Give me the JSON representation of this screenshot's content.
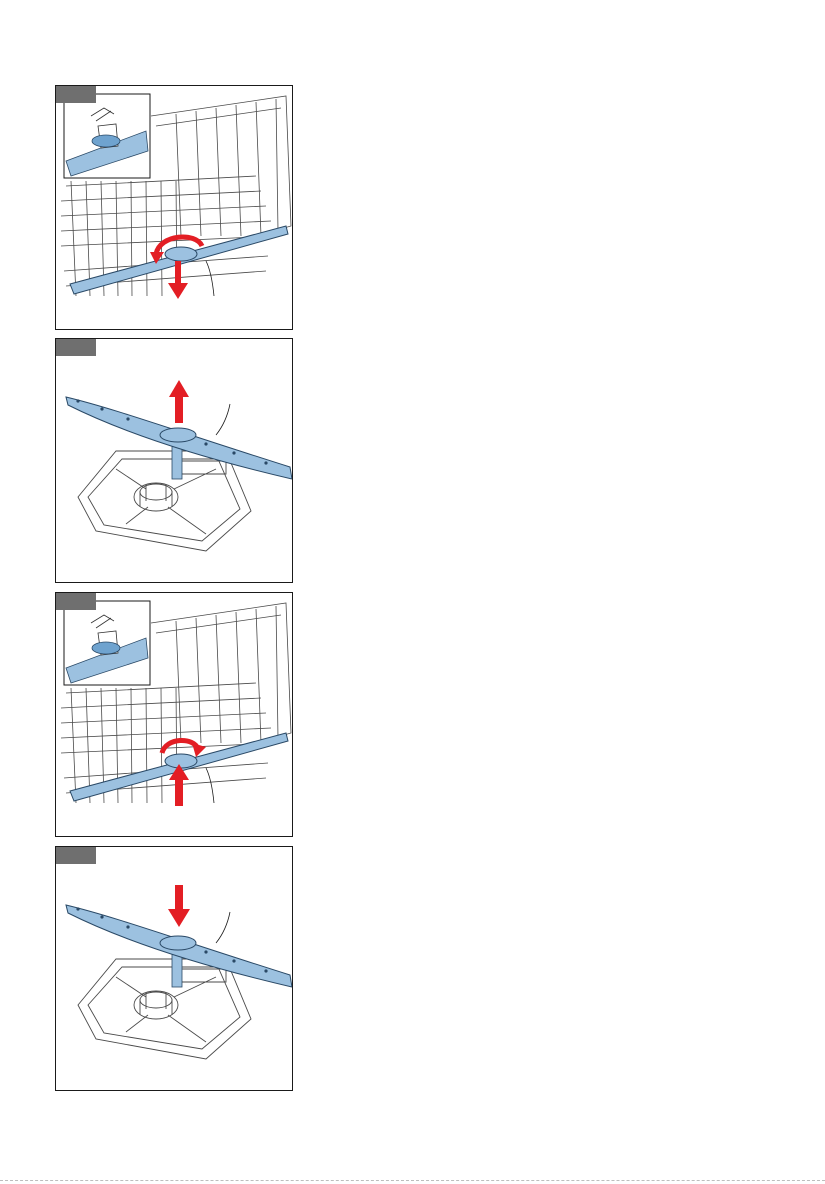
{
  "colors": {
    "frame": "#1a1a1a",
    "tab": "#6f6f6f",
    "arm_fill": "#9cc1e0",
    "arm_stroke": "#2a4966",
    "arrow": "#e31e24",
    "line": "#4a4a4a"
  },
  "panels": [
    {
      "step": "",
      "scene": "remove-in-basket",
      "arrow_direction": "down",
      "rotation": "twist",
      "inset": true,
      "callout": true
    },
    {
      "step": "",
      "scene": "lift-off-sump",
      "arrow_direction": "up",
      "rotation": "none",
      "inset": false,
      "callout": true
    },
    {
      "step": "",
      "scene": "refit-in-basket",
      "arrow_direction": "up",
      "rotation": "twist",
      "inset": true,
      "callout": true
    },
    {
      "step": "",
      "scene": "place-on-sump",
      "arrow_direction": "down",
      "rotation": "none",
      "inset": false,
      "callout": true
    }
  ]
}
